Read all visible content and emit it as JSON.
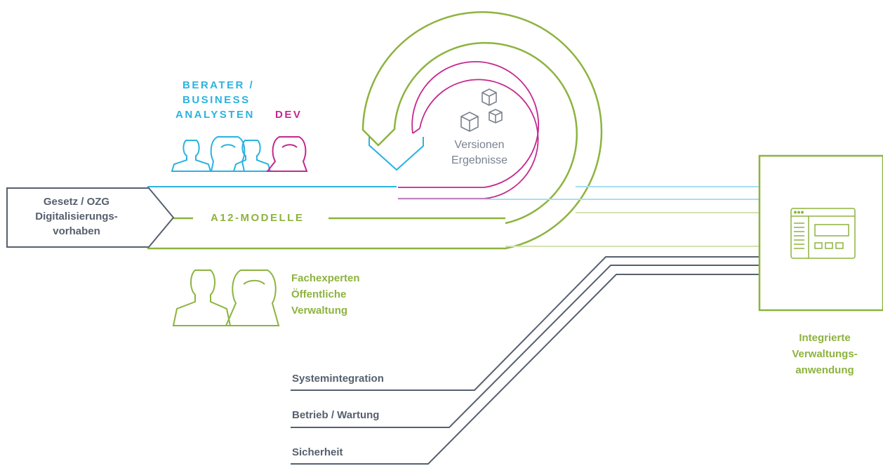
{
  "roles": {
    "berater_line1": "BERATER /",
    "berater_line2": "BUSINESS",
    "berater_line3": "ANALYSTEN",
    "dev": "DEV"
  },
  "input_box": {
    "line1": "Gesetz / OZG",
    "line2": "Digitalisierungs-",
    "line3": "vorhaben"
  },
  "models_label": "A12-MODELLE",
  "center": {
    "line1": "Versionen",
    "line2": "Ergebnisse"
  },
  "experts": {
    "line1": "Fachexperten",
    "line2": "Öffentliche",
    "line3": "Verwaltung"
  },
  "result": {
    "line1": "Integrierte",
    "line2": "Verwaltungs-",
    "line3": "anwendung"
  },
  "support": {
    "item1": "Systemintegration",
    "item2": "Betrieb / Wartung",
    "item3": "Sicherheit"
  },
  "colors": {
    "blue": "#2bb3e0",
    "pink": "#c4288f",
    "green": "#8db33f",
    "gray": "#56606e"
  },
  "icons": [
    "person-icon",
    "cubes-icon",
    "application-window-icon"
  ]
}
